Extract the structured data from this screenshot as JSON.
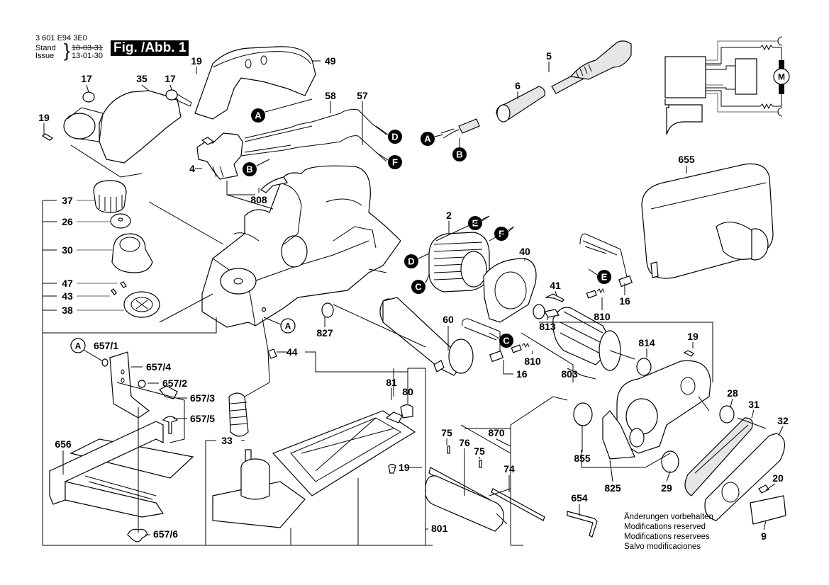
{
  "header": {
    "doc_number": "3 601 E94 3E0",
    "stand_label": "Stand",
    "issue_label": "Issue",
    "brace": "}",
    "stand_date_struck": "10-03-31",
    "issue_date": "13-01-30",
    "figure_badge": "Fig. /Abb. 1"
  },
  "notes": [
    "Änderungen vorbehalten",
    "Modifications reserved",
    "Modifications reservees",
    "Salvo modificaciones"
  ],
  "wiring_schematic": {
    "motor_symbol": "M"
  },
  "connectors": {
    "A": "A",
    "B": "B",
    "C": "C",
    "D": "D",
    "E": "E",
    "F": "F"
  },
  "parts": {
    "p2": "2",
    "p4": "4",
    "p5": "5",
    "p6": "6",
    "p9": "9",
    "p16a": "16",
    "p16b": "16",
    "p17a": "17",
    "p17b": "17",
    "p19a": "19",
    "p19b": "19",
    "p19c": "19",
    "p19d": "19",
    "p20": "20",
    "p26": "26",
    "p28": "28",
    "p29": "29",
    "p30": "30",
    "p31": "31",
    "p32": "32",
    "p33": "33",
    "p35": "35",
    "p37": "37",
    "p38": "38",
    "p40": "40",
    "p41": "41",
    "p43": "43",
    "p44": "44",
    "p47": "47",
    "p49": "49",
    "p57": "57",
    "p58": "58",
    "p60": "60",
    "p74": "74",
    "p75a": "75",
    "p75b": "75",
    "p76": "76",
    "p80": "80",
    "p81": "81",
    "p654": "654",
    "p655": "655",
    "p656": "656",
    "p657_1": "657/1",
    "p657_2": "657/2",
    "p657_3": "657/3",
    "p657_4": "657/4",
    "p657_5": "657/5",
    "p657_6": "657/6",
    "p801": "801",
    "p803": "803",
    "p808": "808",
    "p810a": "810",
    "p810b": "810",
    "p813": "813",
    "p814": "814",
    "p825": "825",
    "p827": "827",
    "p855": "855",
    "p870": "870"
  },
  "colors": {
    "line": "#000000",
    "leader_gray": "#666666",
    "badge_bg": "#000000",
    "badge_fg": "#ffffff"
  }
}
